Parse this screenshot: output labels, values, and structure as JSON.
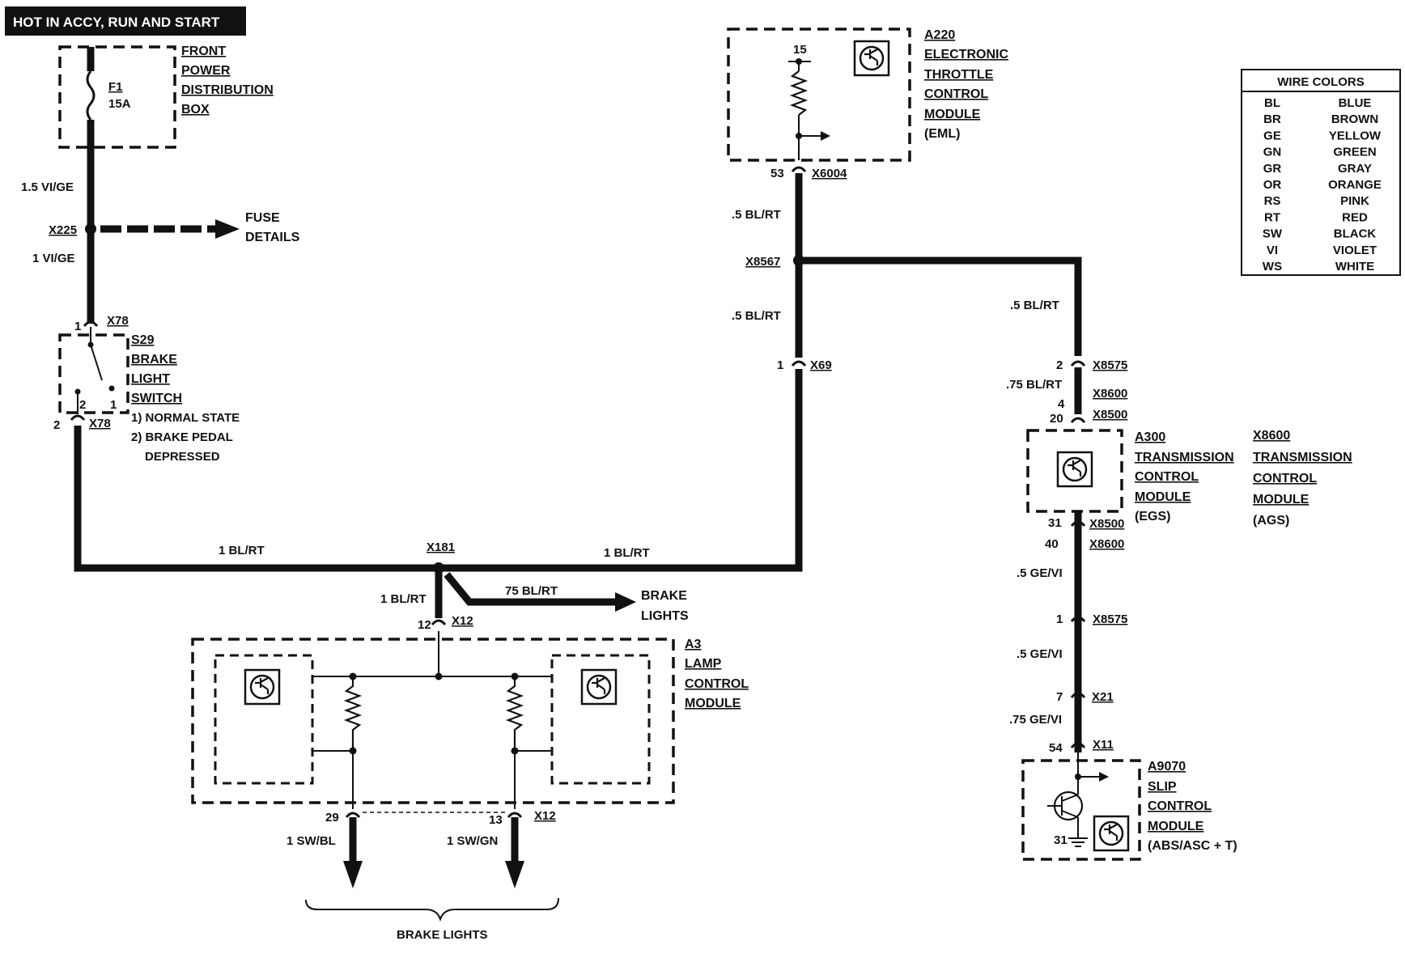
{
  "header": {
    "title": "HOT IN ACCY, RUN AND START"
  },
  "wire_colors": {
    "title": "WIRE COLORS",
    "rows": [
      {
        "code": "BL",
        "color": "BLUE"
      },
      {
        "code": "BR",
        "color": "BROWN"
      },
      {
        "code": "GE",
        "color": "YELLOW"
      },
      {
        "code": "GN",
        "color": "GREEN"
      },
      {
        "code": "GR",
        "color": "GRAY"
      },
      {
        "code": "OR",
        "color": "ORANGE"
      },
      {
        "code": "RS",
        "color": "PINK"
      },
      {
        "code": "RT",
        "color": "RED"
      },
      {
        "code": "SW",
        "color": "BLACK"
      },
      {
        "code": "VI",
        "color": "VIOLET"
      },
      {
        "code": "WS",
        "color": "WHITE"
      }
    ]
  },
  "fuse_box": {
    "l1": "FRONT",
    "l2": "POWER",
    "l3": "DISTRIBUTION",
    "l4": "BOX",
    "fuse_id": "F1",
    "fuse_rating": "15A"
  },
  "eml": {
    "id": "A220",
    "l1": "ELECTRONIC",
    "l2": "THROTTLE",
    "l3": "CONTROL",
    "l4": "MODULE",
    "l5": "(EML)",
    "pin_top": "15",
    "pin": "53",
    "conn": "X6004"
  },
  "switch": {
    "id": "S29",
    "l1": "BRAKE",
    "l2": "LIGHT",
    "l3": "SWITCH",
    "note1": "1) NORMAL STATE",
    "note2": "2) BRAKE PEDAL",
    "note3": "DEPRESSED",
    "pin_top": "1",
    "conn_top": "X78",
    "pin_bottom": "2",
    "conn_bottom": "X78",
    "inner_2": "2",
    "inner_1": "1"
  },
  "tcm": {
    "id": "A300",
    "l1": "TRANSMISSION",
    "l2": "CONTROL",
    "l3": "MODULE",
    "l4": "(EGS)",
    "alt_id": "X8600",
    "alt_l1": "TRANSMISSION",
    "alt_l2": "CONTROL",
    "alt_l3": "MODULE",
    "alt_l4": "(AGS)"
  },
  "lcm": {
    "id": "A3",
    "l1": "LAMP",
    "l2": "CONTROL",
    "l3": "MODULE"
  },
  "slip": {
    "id": "A9070",
    "l1": "SLIP",
    "l2": "CONTROL",
    "l3": "MODULE",
    "l4": "(ABS/ASC + T)",
    "ground_pin": "31"
  },
  "labels": {
    "wire_15_vige": "1.5  VI/GE",
    "x225": "X225",
    "fuse_details_1": "FUSE",
    "fuse_details_2": "DETAILS",
    "wire_1_vige": "1  VI/GE",
    "wire_05_blrt_a": ".5 BL/RT",
    "x8567": "X8567",
    "wire_05_blrt_b": ".5 BL/RT",
    "wire_05_blrt_c": ".5  BL/RT",
    "pin_x69": "1",
    "x69": "X69",
    "pin_x8575_a": "2",
    "x8575_a": "X8575",
    "wire_075_blrt": ".75  BL/RT",
    "x8600_a": "X8600",
    "pin_x8600_a": "4",
    "pin_x8500_a": "20",
    "x8500_a": "X8500",
    "pin_x8500_b": "31",
    "x8500_b": "X8500",
    "pin_x8600_b": "40",
    "x8600_b": "X8600",
    "wire_05_gevi_a": ".5 GE/VI",
    "pin_x8575_b": "1",
    "x8575_b": "X8575",
    "wire_05_gevi_b": ".5 GE/VI",
    "pin_x21": "7",
    "x21": "X21",
    "wire_075_gevi": ".75 GE/VI",
    "pin_x11": "54",
    "x11": "X11",
    "wire_1_blrt_left": "1  BL/RT",
    "x181": "X181",
    "wire_1_blrt_right": "1 BL/RT",
    "wire_1_blrt_down": "1  BL/RT",
    "wire_75_blrt": "75  BL/RT",
    "brake_lights_1": "BRAKE",
    "brake_lights_2": "LIGHTS",
    "pin_x12_top": "12",
    "x12_top": "X12",
    "pin_29": "29",
    "pin_13": "13",
    "x12_bottom": "X12",
    "wire_1_swbl": "1  SW/BL",
    "wire_1_swgn": "1  SW/GN",
    "brake_lights_bottom": "BRAKE LIGHTS"
  },
  "icons": {
    "module_symbol": "transistor-symbol-icon",
    "arrow": "arrow-right-icon",
    "resistor": "resistor-icon",
    "ground": "ground-icon"
  },
  "colors": {
    "ink": "#111111",
    "background": "#ffffff"
  }
}
